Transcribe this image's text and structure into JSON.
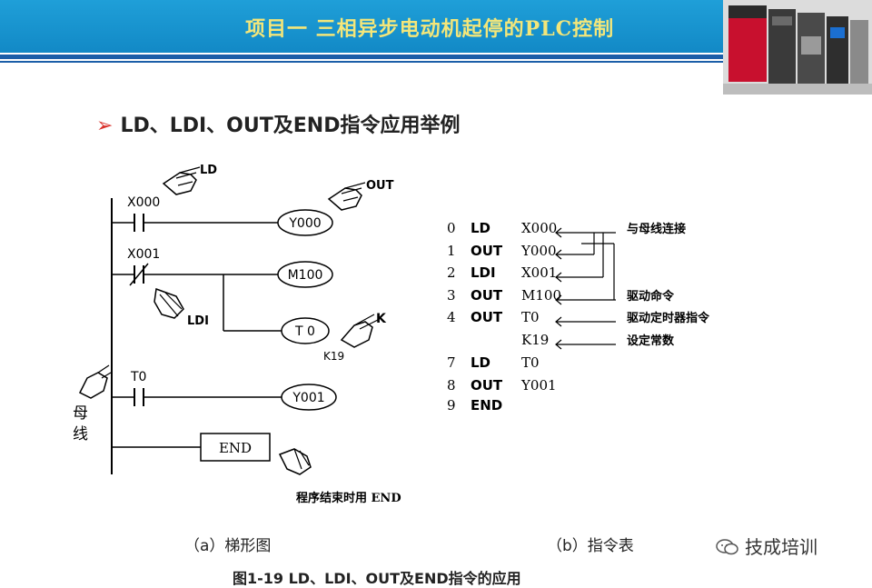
{
  "header": {
    "title": "项目一  三相异步电动机起停的PLC控制"
  },
  "bullet": {
    "text": "LD、LDI、OUT及END指令应用举例"
  },
  "ladder": {
    "callout_ld": "LD",
    "callout_out": "OUT",
    "callout_ldi": "LDI",
    "callout_k": "K",
    "k_value": "K19",
    "contact_x000": "X000",
    "contact_x001": "X001",
    "contact_t0": "T0",
    "coil_y000": "Y000",
    "coil_m100": "M100",
    "coil_t0": "T 0",
    "coil_y001": "Y001",
    "end_box": "END",
    "bus_label_1": "母",
    "bus_label_2": "线",
    "end_note": "程序结束时用 END"
  },
  "instruction_table": {
    "rows": [
      {
        "step": "0",
        "op": "LD",
        "operand": "X000",
        "note": "与母线连接"
      },
      {
        "step": "1",
        "op": "OUT",
        "operand": "Y000",
        "note": ""
      },
      {
        "step": "2",
        "op": "LDI",
        "operand": "X001",
        "note": ""
      },
      {
        "step": "3",
        "op": "OUT",
        "operand": "M100",
        "note": "驱动命令"
      },
      {
        "step": "4",
        "op": "OUT",
        "operand": "T0",
        "note": "驱动定时器指令"
      },
      {
        "step": "",
        "op": "",
        "operand": "K19",
        "note": "设定常数"
      },
      {
        "step": "7",
        "op": "LD",
        "operand": "T0",
        "note": ""
      },
      {
        "step": "8",
        "op": "OUT",
        "operand": "Y001",
        "note": ""
      },
      {
        "step": "9",
        "op": "END",
        "operand": "",
        "note": ""
      }
    ]
  },
  "captions": {
    "a": "（a）梯形图",
    "b": "（b）指令表",
    "figure": "图1-19    LD、LDI、OUT及END指令的应用"
  },
  "brand": {
    "text": "技成培训"
  }
}
